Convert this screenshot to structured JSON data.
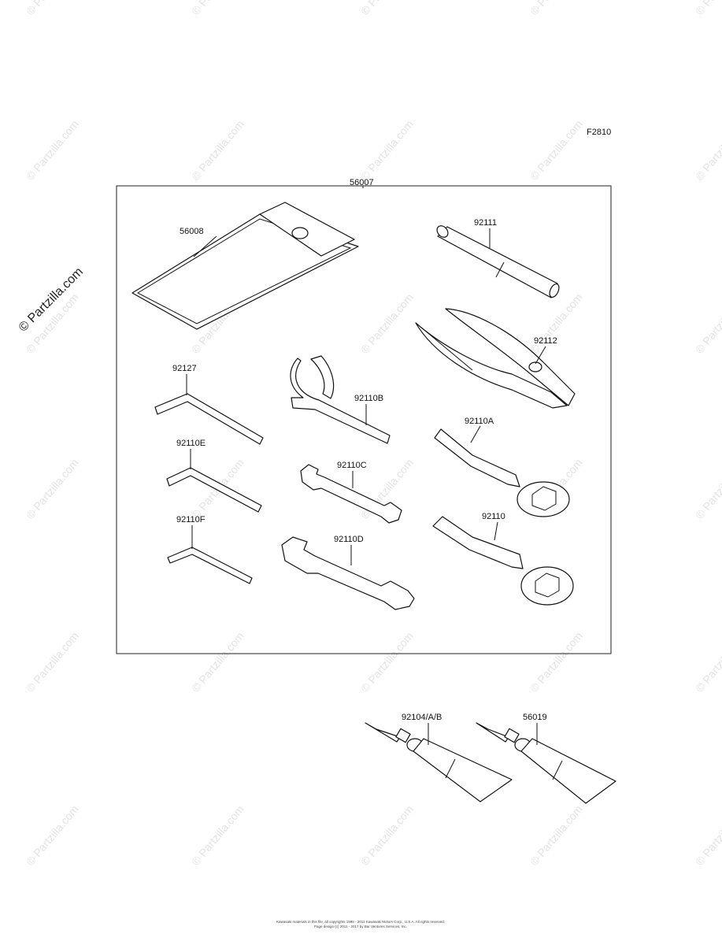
{
  "figure_code": "F2810",
  "kit": {
    "label": "56007"
  },
  "parts": {
    "pouch": "56008",
    "extension_bar": "92111",
    "pliers": "92112",
    "hex_key_large": "92127",
    "hook_wrench": "92110B",
    "hex_key_medium": "92110E",
    "open_wrench_small": "92110C",
    "box_wrench_a": "92110A",
    "hex_key_small": "92110F",
    "open_wrench_large": "92110D",
    "box_wrench": "92110"
  },
  "tubes": {
    "tube_left": "92104/A/B",
    "tube_right": "56019"
  },
  "watermark": {
    "text": "© Partzilla.com",
    "featured_text": "© Partzilla.com"
  },
  "footer": {
    "line1": "Kawasaki materials in this file, all copyrights 1998 - 2011 Kawasaki Motors Corp., U.S.A. All rights reserved.",
    "line2": "Page design (c) 2011 - 2017 by Bar Ventures Services, Inc."
  },
  "colors": {
    "line": "#111111",
    "watermark": "#e2e2e2"
  }
}
